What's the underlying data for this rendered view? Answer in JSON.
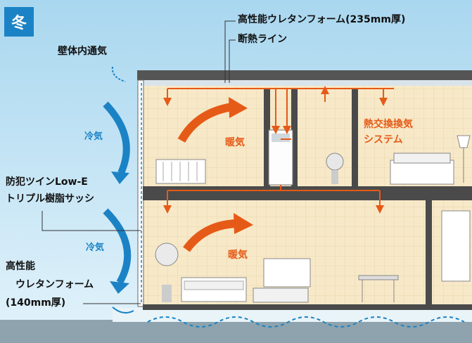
{
  "season_badge": "冬",
  "labels": {
    "roof_insulation": "高性能ウレタンフォーム(235mm厚)",
    "insulation_line": "断熱ライン",
    "wall_air": "壁体内通気",
    "cold_air_upper": "冷気",
    "cold_air_lower": "冷気",
    "window": [
      "防犯ツインLow-E",
      "トリプル樹脂サッシ"
    ],
    "warm_air_upper": "暖気",
    "warm_air_lower": "暖気",
    "ventilation": [
      "熱交換換気",
      "システム"
    ],
    "wall_insulation": [
      "高性能",
      "ウレタンフォーム",
      "(140mm厚)"
    ]
  },
  "colors": {
    "sky_top": "#a9d7ef",
    "sky_bottom": "#e3f3fb",
    "badge_blue": "#1b83c5",
    "warm_orange": "#e65a17",
    "wall_beige": "#f7e9c8",
    "floor_dark": "#4a4a4a"
  },
  "icons": [
    "cold-air-arrow-icon",
    "warm-air-arrow-icon",
    "plant-icon",
    "bed-icon",
    "sofa-icon",
    "tv-icon",
    "lamp-icon",
    "heater-icon",
    "ventilation-unit-icon",
    "chair-icon"
  ]
}
